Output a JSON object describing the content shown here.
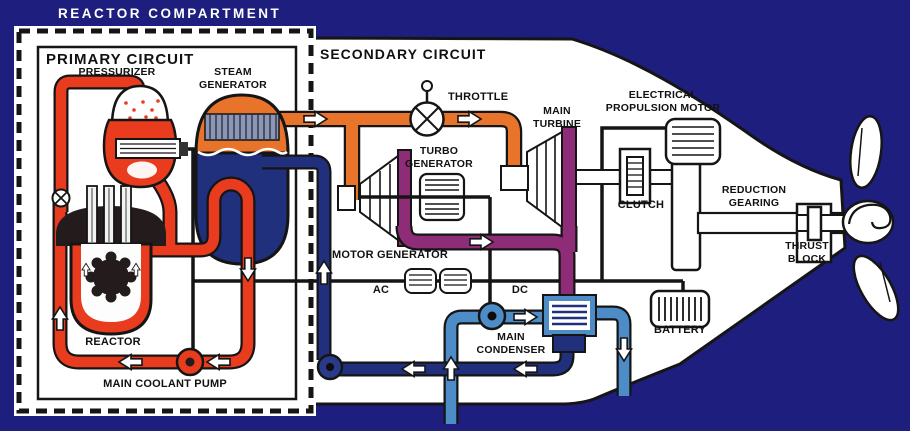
{
  "title": "REACTOR COMPARTMENT",
  "sections": {
    "primary": "PRIMARY CIRCUIT",
    "secondary": "SECONDARY CIRCUIT"
  },
  "components": {
    "pressurizer": "PRESSURIZER",
    "steam_generator": "STEAM\nGENERATOR",
    "reactor": "REACTOR",
    "main_coolant_pump": "MAIN COOLANT PUMP",
    "throttle": "THROTTLE",
    "turbo_generator": "TURBO\nGENERATOR",
    "main_turbine": "MAIN\nTURBINE",
    "electrical_propulsion_motor": "ELECTRICAL\nPROPULSION MOTOR",
    "clutch": "CLUTCH",
    "reduction_gearing": "REDUCTION\nGEARING",
    "thrust_block": "THRUST\nBLOCK",
    "motor_generator": "MOTOR GENERATOR",
    "ac_label": "AC",
    "dc_label": "DC",
    "main_condenser": "MAIN\nCONDENSER",
    "battery": "BATTERY"
  },
  "colors": {
    "background": "#1e1e7e",
    "hull": "#ffffff",
    "steam_orange": "#e8732a",
    "primary_red": "#e93c1f",
    "exhaust_purple": "#8e2c78",
    "feedwater_navy": "#20307c",
    "seawater_blue": "#4e8cc8",
    "outline": "#151515",
    "title_text": "#ffffff",
    "label_text": "#111111"
  }
}
